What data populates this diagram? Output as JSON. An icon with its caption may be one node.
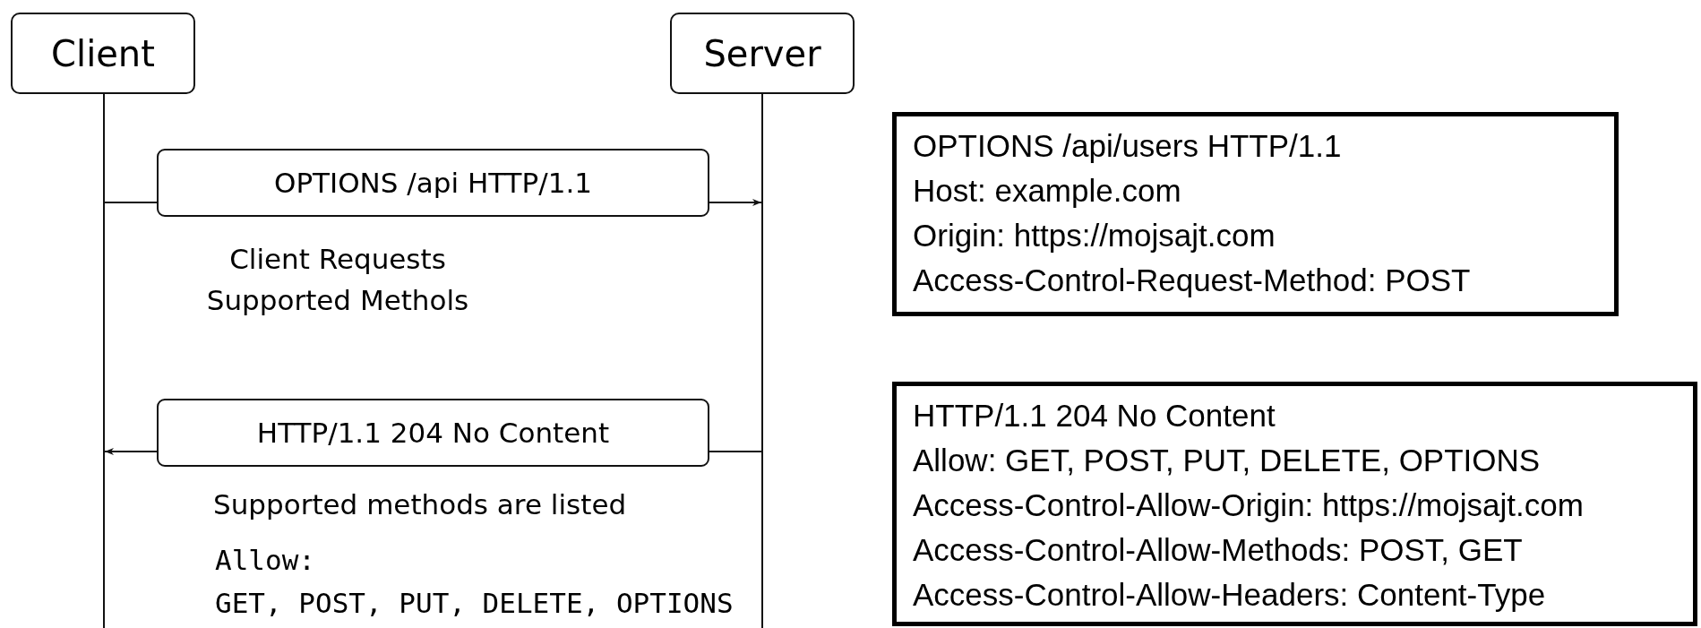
{
  "diagram": {
    "nodes": [
      {
        "text": [
          "Client"
        ]
      },
      {
        "text": [
          "Server"
        ]
      },
      {
        "text": [
          "OPTIONS /api HTTP/1.1"
        ]
      },
      {
        "text": [
          "HTTP/1.1 204 No Content"
        ]
      },
      {
        "text": [
          "OPTIONS /api/users HTTP/1.1",
          "Host: example.com",
          "Origin: https://mojsajt.com",
          "Access-Control-Request-Method: POST"
        ]
      },
      {
        "text": [
          "HTTP/1.1 204 No Content",
          "Allow: GET, POST, PUT, DELETE, OPTIONS",
          "Access-Control-Allow-Origin: https://mojsajt.com",
          "Access-Control-Allow-Methods: POST, GET",
          "Access-Control-Allow-Headers: Content-Type"
        ]
      }
    ],
    "edges": [
      {
        "from": 0,
        "to": 2,
        "arrow": "none"
      },
      {
        "from": 2,
        "to": 1,
        "arrow": "to"
      },
      {
        "from": 1,
        "to": 3,
        "arrow": "none"
      },
      {
        "from": 3,
        "to": 0,
        "arrow": "to"
      }
    ],
    "labels": [
      "Client Requests Supported Methols",
      "Supported methods are listed",
      "Allow:",
      "GET, POST, PUT, DELETE, OPTIONS"
    ]
  }
}
